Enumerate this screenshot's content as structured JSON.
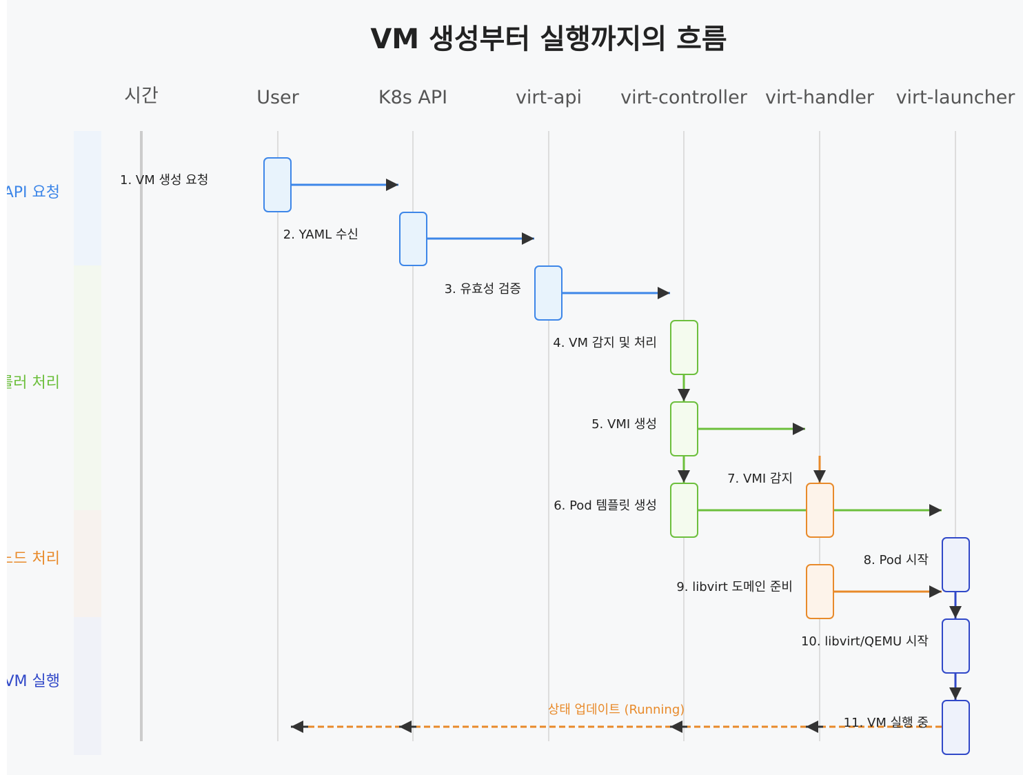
{
  "title": "VM 생성부터 실행까지의 흐름",
  "time_label": "시간",
  "columns": [
    "User",
    "K8s API",
    "virt-api",
    "virt-controller",
    "virt-handler",
    "virt-launcher"
  ],
  "phases": [
    {
      "label": "API 요청",
      "color": "#3d86e8"
    },
    {
      "label": "컨트롤러 처리",
      "color": "#6cbf3c"
    },
    {
      "label": "노드 처리",
      "color": "#e88a2a"
    },
    {
      "label": "VM 실행",
      "color": "#3048c8"
    }
  ],
  "steps": [
    "1. VM 생성 요청",
    "2. YAML 수신",
    "3. 유효성 검증",
    "4. VM 감지 및 처리",
    "5. VMI 생성",
    "6. Pod 템플릿 생성",
    "7. VMI 감지",
    "8. Pod 시작",
    "9. libvirt 도메인 준비",
    "10. libvirt/QEMU 시작",
    "11. VM 실행 중"
  ],
  "status_update": "상태 업데이트 (Running)",
  "colors": {
    "blue": "#3d86e8",
    "green": "#6cbf3c",
    "orange": "#e88a2a",
    "navy": "#3048c8"
  }
}
